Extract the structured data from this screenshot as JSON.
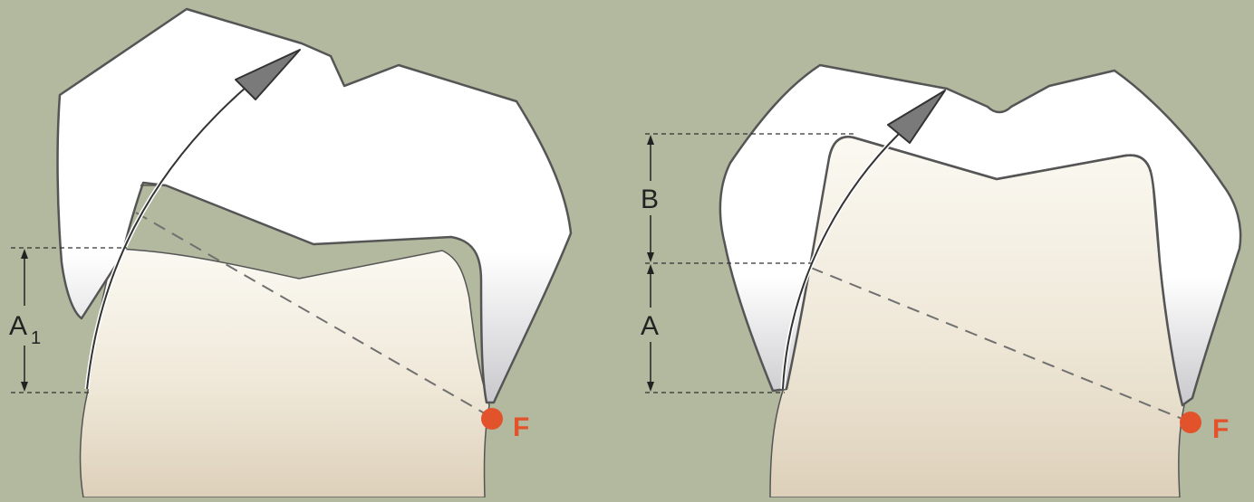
{
  "figure": {
    "background_color": "#b3b99f",
    "crown_color": "#ffffff",
    "outline_color": "#555555",
    "dimension_line_color": "#333333",
    "dashed_line_color": "#707070",
    "arrow_color": "#7a7a7a",
    "fulcrum_color": "#e2532b"
  },
  "left_panel": {
    "dimension_label": "A",
    "dimension_subscript": "1",
    "fulcrum_label": "F"
  },
  "right_panel": {
    "upper_dimension_label": "B",
    "lower_dimension_label": "A",
    "fulcrum_label": "F"
  }
}
